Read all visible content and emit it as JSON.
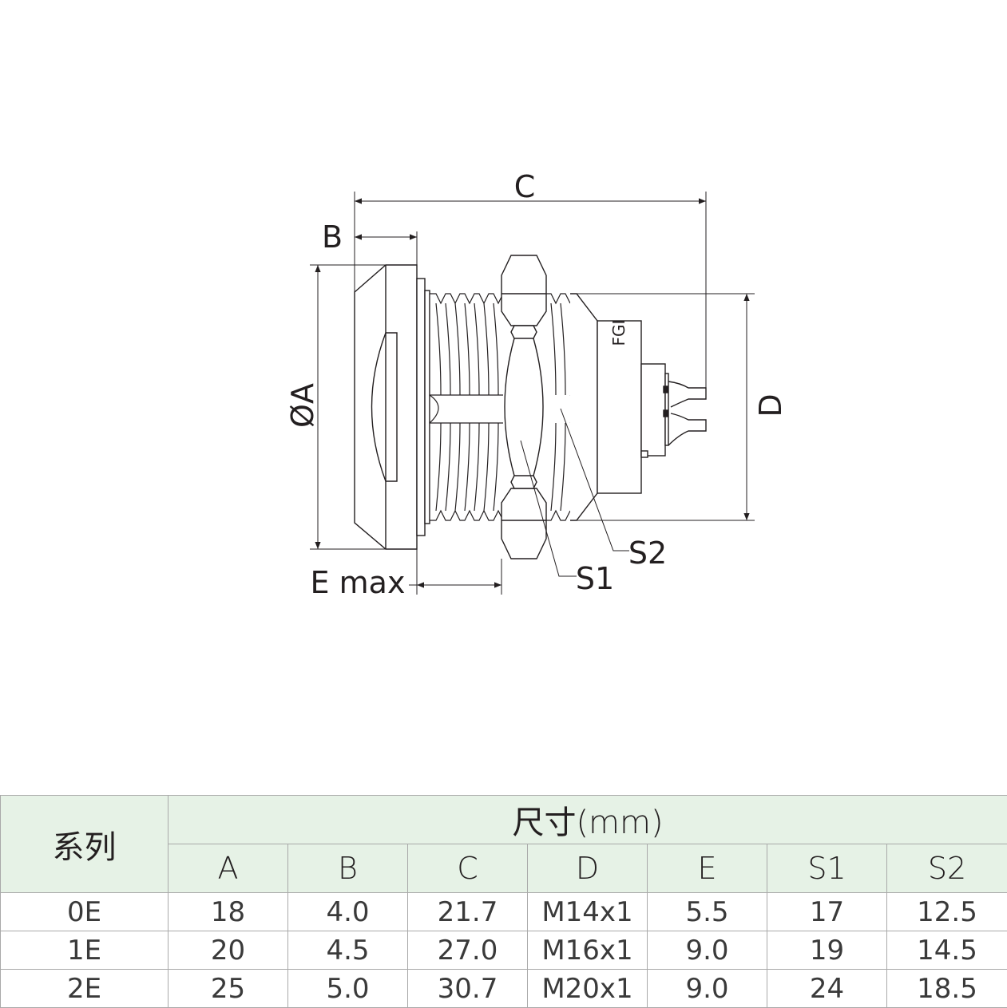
{
  "drawing": {
    "dimension_labels": {
      "C": "C",
      "B": "B",
      "diameter_A": "ØA",
      "D": "D",
      "E_max": "E max",
      "S1": "S1",
      "S2": "S2"
    },
    "body_marking": "FGI"
  },
  "table": {
    "series_header": "系列",
    "dimension_header": "尺寸(mm)",
    "columns": [
      "A",
      "B",
      "C",
      "D",
      "E",
      "S1",
      "S2"
    ],
    "rows": [
      {
        "series": "0E",
        "values": [
          "18",
          "4.0",
          "21.7",
          "M14x1",
          "5.5",
          "17",
          "12.5"
        ]
      },
      {
        "series": "1E",
        "values": [
          "20",
          "4.5",
          "27.0",
          "M16x1",
          "9.0",
          "19",
          "14.5"
        ]
      },
      {
        "series": "2E",
        "values": [
          "25",
          "5.0",
          "30.7",
          "M20x1",
          "9.0",
          "24",
          "18.5"
        ]
      }
    ]
  }
}
